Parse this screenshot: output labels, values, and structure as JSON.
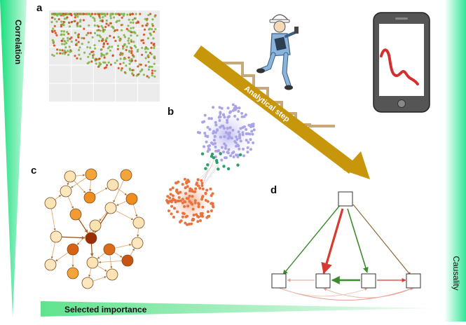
{
  "panels": {
    "a": "a",
    "b": "b",
    "c": "c",
    "d": "d"
  },
  "axes": {
    "left": "Correlation",
    "right": "Causality",
    "bottom": "Selected importance"
  },
  "arrow_label": "Analytical step",
  "colors": {
    "green_gradient": "#1ee68a",
    "arrow_gold": "#c8960a",
    "stairs": "#c8a878",
    "scatter_green": "#7cb342",
    "scatter_red": "#d84315",
    "network_purple": "#a9a4e6",
    "network_orange": "#e8733f",
    "network_teal": "#2e9e6b",
    "causal_red": "#d63b2f",
    "causal_green": "#3d8b2f",
    "phone_line": "#d32f2f"
  },
  "icons": [
    "worker-with-phone-icon",
    "smartphone-icon"
  ]
}
